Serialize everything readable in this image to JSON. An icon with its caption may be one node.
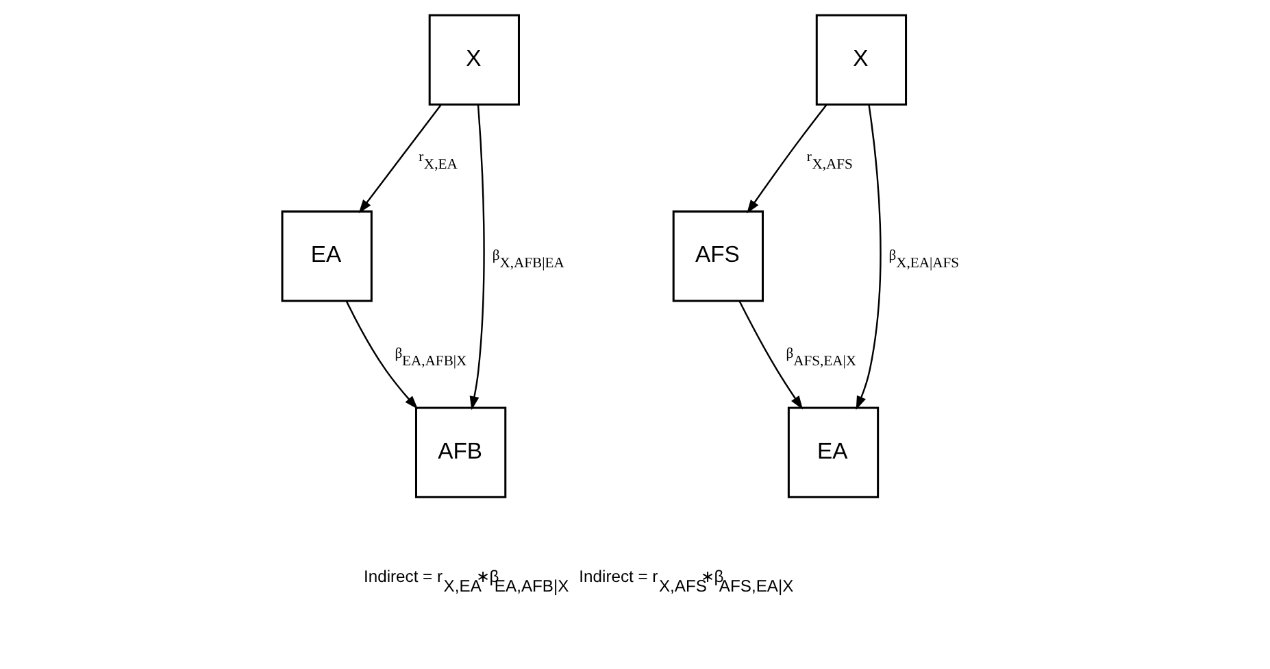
{
  "diagram": {
    "nodes": [
      {
        "text": [
          "X"
        ]
      },
      {
        "text": [
          "EA"
        ]
      },
      {
        "text": [
          "AFB"
        ]
      },
      {
        "text": [
          "X"
        ]
      },
      {
        "text": [
          "AFS"
        ]
      },
      {
        "text": [
          "EA"
        ]
      }
    ],
    "edges": [
      {
        "from": 0,
        "to": 1,
        "arrow": "to",
        "label": "r$_{X,EA}$"
      },
      {
        "from": 0,
        "to": 2,
        "arrow": "to",
        "label": "β$_{X,AFB|EA}$"
      },
      {
        "from": 1,
        "to": 2,
        "arrow": "to",
        "label": "β$_{EA,AFB|X}$"
      },
      {
        "from": 3,
        "to": 4,
        "arrow": "to",
        "label": "r$_{X,AFS}$"
      },
      {
        "from": 3,
        "to": 5,
        "arrow": "to",
        "label": "β$_{X,EA|AFS}$"
      },
      {
        "from": 4,
        "to": 5,
        "arrow": "to",
        "label": "β$_{AFS,EA|X}$"
      }
    ],
    "labels": [
      "Indirect = r$_{X,EA}$∗β$_{EA,AFB|X}$",
      "Indirect = r$_{X,AFS}$∗β$_{AFS,EA|X}$"
    ]
  }
}
